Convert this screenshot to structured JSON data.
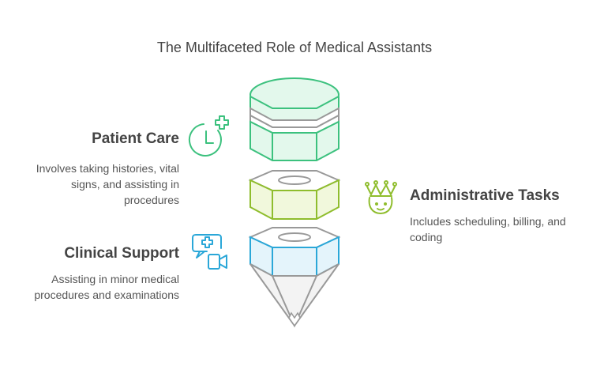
{
  "title": "The Multifaceted Role of Medical Assistants",
  "items": [
    {
      "heading": "Patient Care",
      "description": "Involves taking histories, vital signs, and assisting in procedures",
      "icon": "clock-plus-icon",
      "color": "#3cc17e"
    },
    {
      "heading": "Administrative Tasks",
      "description": "Includes scheduling, billing, and coding",
      "icon": "crown-person-icon",
      "color": "#8fbd2d"
    },
    {
      "heading": "Clinical Support",
      "description": "Assisting in minor medical procedures and examinations",
      "icon": "medical-video-call-icon",
      "color": "#2aa7d8"
    }
  ]
}
